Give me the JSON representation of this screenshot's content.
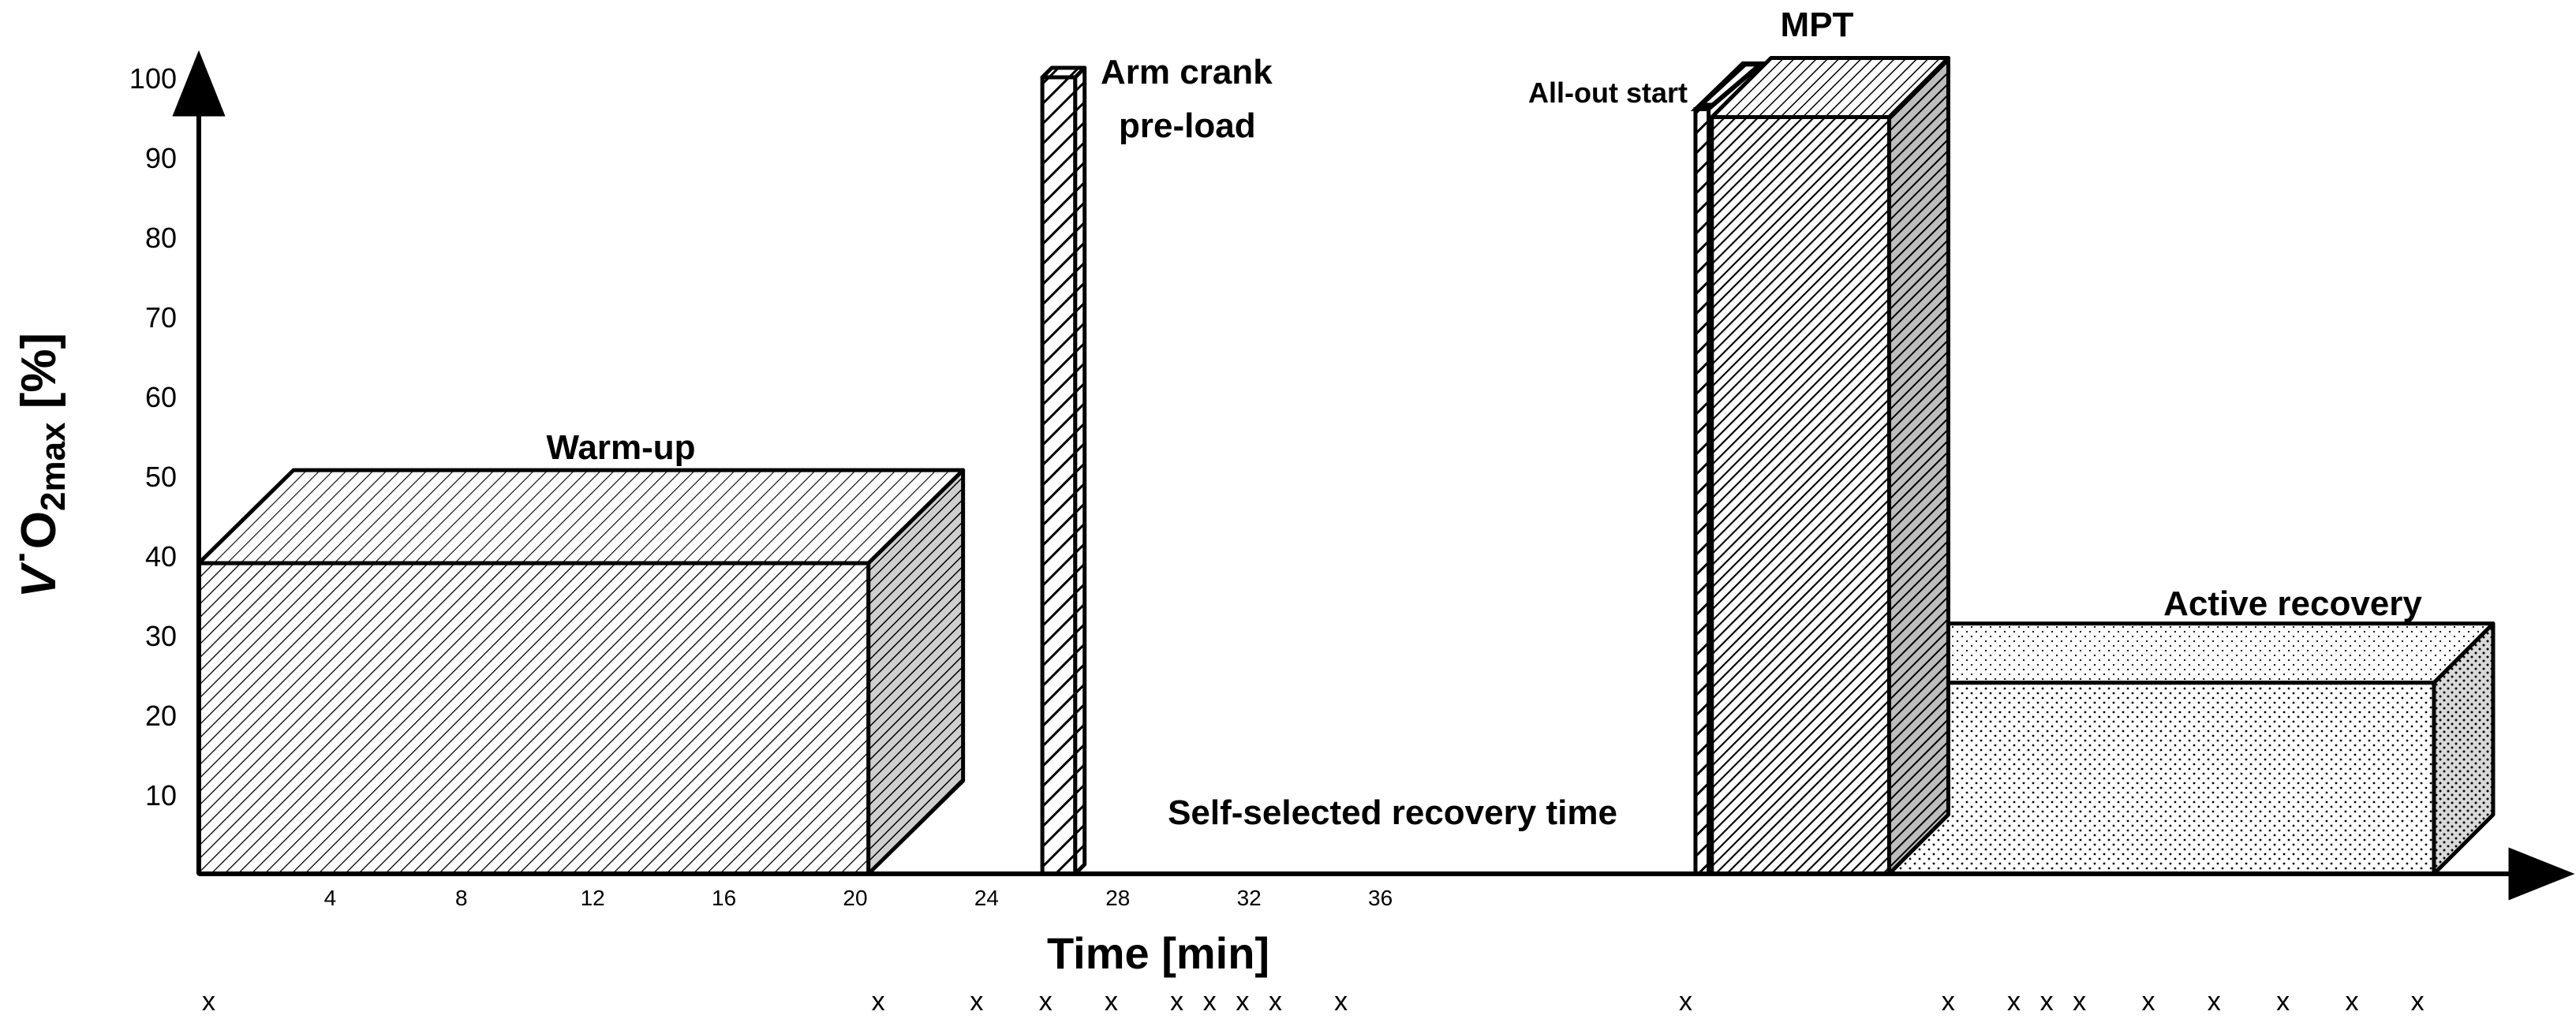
{
  "diagram": {
    "y_axis": {
      "label_main": "V",
      "label_dot": "˙",
      "label_o": "O",
      "label_sub": "2max",
      "label_unit": " [%]",
      "ticks": [
        "10",
        "20",
        "30",
        "40",
        "50",
        "60",
        "70",
        "80",
        "90",
        "100"
      ]
    },
    "x_axis": {
      "label": "Time [min]",
      "ticks": [
        "4",
        "8",
        "12",
        "16",
        "20",
        "24",
        "28",
        "32",
        "36"
      ]
    },
    "blocks": [
      {
        "id": "warm-up",
        "label": "Warm-up",
        "start": 0,
        "end": 20.4,
        "level": 39,
        "pattern": "diag-fine"
      },
      {
        "id": "arm-crank",
        "label_line1": "Arm crank",
        "label_line2": "pre-load",
        "start": 25.7,
        "end": 26.7,
        "level": 100,
        "pattern": "diag-bold"
      },
      {
        "id": "all-out-start",
        "label": "All-out start",
        "start": 45.6,
        "end": 46.0,
        "level": 96,
        "pattern": "diag-bold"
      },
      {
        "id": "mpt",
        "label": "MPT",
        "start": 46.1,
        "end": 51.5,
        "level": 95,
        "pattern": "diag-dense"
      },
      {
        "id": "active-recovery",
        "label": "Active recovery",
        "start": 51.5,
        "end": 68.1,
        "level": 24,
        "pattern": "dots"
      }
    ],
    "annotations": {
      "self_selected": "Self-selected recovery time"
    },
    "markers": {
      "symbol": "x",
      "times": [
        0.3,
        20.7,
        23.7,
        25.8,
        27.8,
        29.8,
        30.8,
        31.8,
        32.8,
        34.8,
        45.3,
        53.3,
        55.3,
        56.3,
        57.3,
        59.4,
        61.4,
        63.5,
        65.6,
        67.6
      ]
    }
  }
}
